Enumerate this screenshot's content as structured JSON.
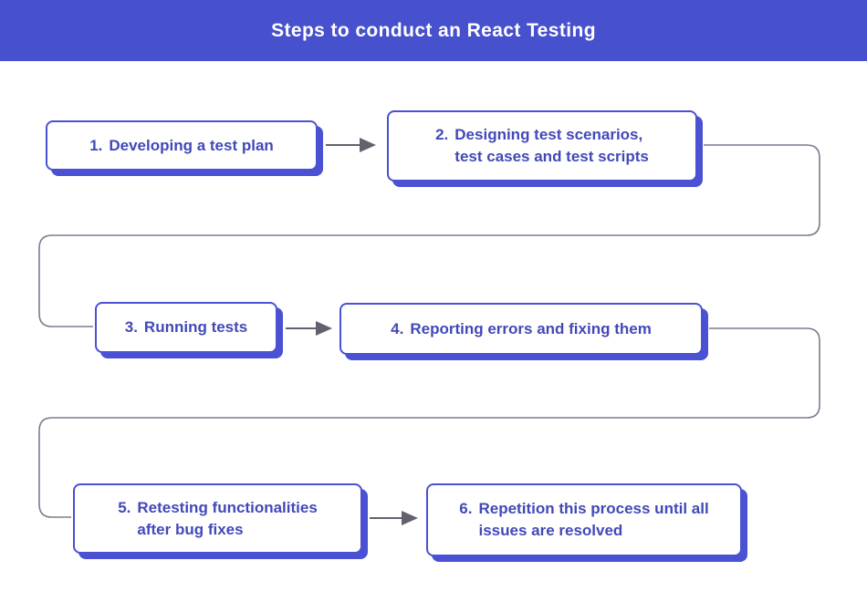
{
  "header": {
    "title": "Steps to conduct an React Testing"
  },
  "steps": [
    {
      "num": "1.",
      "lines": [
        "Developing a test plan"
      ]
    },
    {
      "num": "2.",
      "lines": [
        "Designing test scenarios,",
        "test cases and test scripts"
      ]
    },
    {
      "num": "3.",
      "lines": [
        "Running tests"
      ]
    },
    {
      "num": "4.",
      "lines": [
        "Reporting errors and fixing them"
      ]
    },
    {
      "num": "5.",
      "lines": [
        "Retesting functionalities",
        "after bug fixes"
      ]
    },
    {
      "num": "6.",
      "lines": [
        "Repetition this process until all",
        "issues are resolved"
      ]
    }
  ],
  "colors": {
    "header_bg": "#4750CD",
    "box_border": "#4A51D3",
    "box_text": "#4149B8",
    "connector": "#7B7B8D",
    "arrow": "#62626E",
    "page_bg": "#FFFFFF",
    "title_text": "#FFFFFF"
  }
}
